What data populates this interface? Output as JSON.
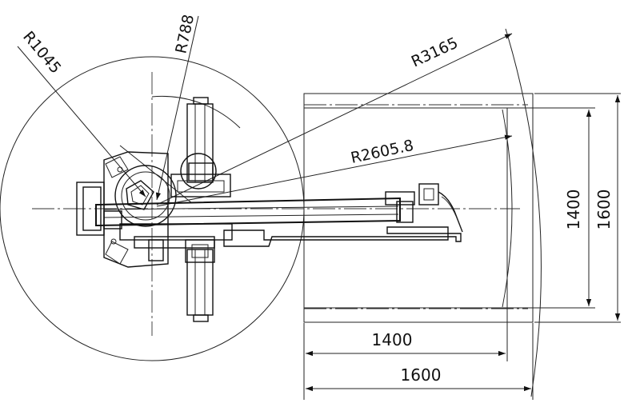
{
  "radii": {
    "r1045": "R1045",
    "r788": "R788",
    "r3165": "R3165",
    "r2605": "R2605.8"
  },
  "dimensions": {
    "inner_width": "1400",
    "outer_width": "1600",
    "inner_height": "1400",
    "outer_height": "1600"
  }
}
